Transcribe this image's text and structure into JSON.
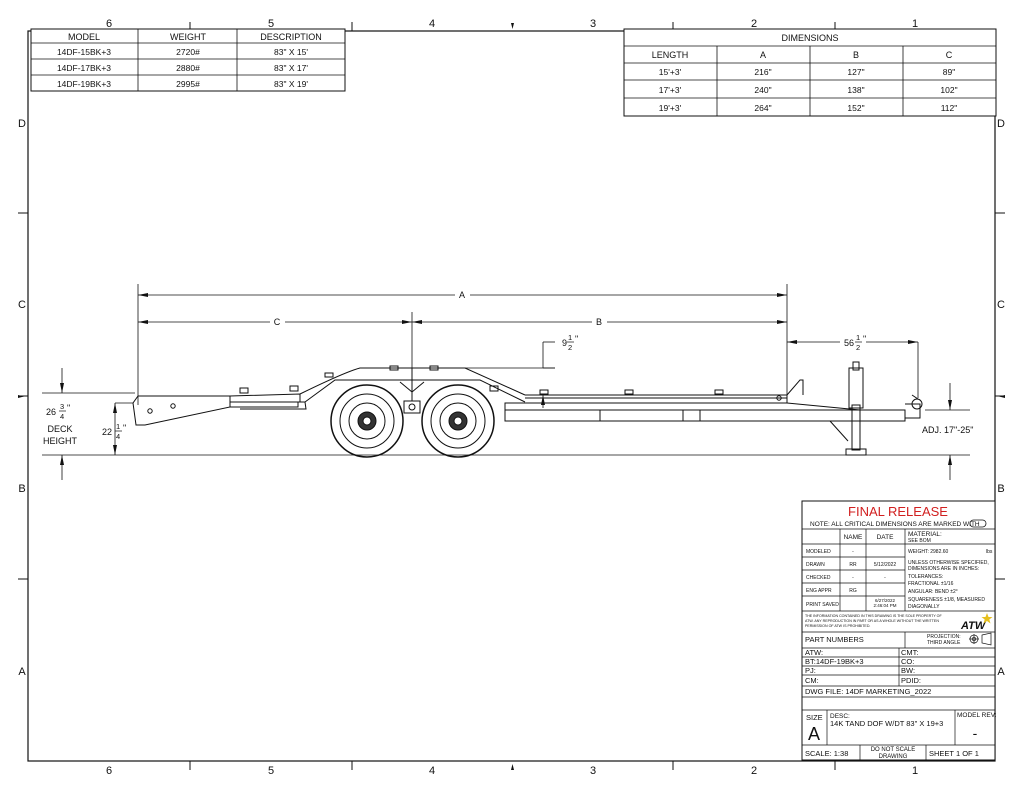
{
  "zones": {
    "columns": [
      "6",
      "5",
      "4",
      "3",
      "2",
      "1"
    ],
    "rows": [
      "D",
      "C",
      "B",
      "A"
    ]
  },
  "model_table": {
    "headers": [
      "MODEL",
      "WEIGHT",
      "DESCRIPTION"
    ],
    "rows": [
      [
        "14DF-15BK+3",
        "2720#",
        "83\" X 15'"
      ],
      [
        "14DF-17BK+3",
        "2880#",
        "83\" X 17'"
      ],
      [
        "14DF-19BK+3",
        "2995#",
        "83\" X 19'"
      ]
    ]
  },
  "dimensions_table": {
    "title": "DIMENSIONS",
    "headers": [
      "LENGTH",
      "A",
      "B",
      "C"
    ],
    "rows": [
      [
        "15'+3'",
        "216\"",
        "127\"",
        "89\""
      ],
      [
        "17'+3'",
        "240\"",
        "138\"",
        "102\""
      ],
      [
        "19'+3'",
        "264\"",
        "152\"",
        "112\""
      ]
    ]
  },
  "drawing_dims": {
    "a": "A",
    "b": "B",
    "c": "C",
    "d9_whole": "9",
    "d9_num": "1",
    "d9_den": "2",
    "d56_whole": "56",
    "d56_num": "1",
    "d56_den": "2",
    "d26_whole": "26",
    "d26_num": "3",
    "d26_den": "4",
    "d22_whole": "22",
    "d22_num": "1",
    "d22_den": "4",
    "inch": "\"",
    "deck_line1": "DECK",
    "deck_line2": "HEIGHT",
    "adj": "ADJ. 17\"-25\""
  },
  "title_block": {
    "final_release": "FINAL RELEASE",
    "note": "NOTE: ALL CRITICAL DIMENSIONS ARE MARKED WITH",
    "name_hdr": "NAME",
    "date_hdr": "DATE",
    "material_hdr": "MATERIAL:",
    "material_val": "SEE BOM",
    "weight": "WEIGHT: 2982.60",
    "weight_unit": "lbs",
    "rows": [
      {
        "label": "MODELED",
        "name": "-",
        "date": ""
      },
      {
        "label": "DRAWN",
        "name": "RR",
        "date": "5/12/2022"
      },
      {
        "label": "CHECKED",
        "name": "-",
        "date": "-"
      },
      {
        "label": "ENG APPR",
        "name": "RG",
        "date": ""
      },
      {
        "label": "PRINT SAVED",
        "name": "",
        "date": ""
      }
    ],
    "print_date": "6/27/2022",
    "print_time": "2:46:04 PM",
    "spec_lines": [
      "UNLESS OTHERWISE SPECIFIED,",
      "DIMENSIONS ARE IN INCHES:",
      "TOLERANCES:",
      "FRACTIONAL ±1/16",
      "ANGULAR: BEND ±2°",
      "SQUARENESS ±1/8, MEASURED",
      "DIAGONALLY"
    ],
    "proprietary": [
      "THE INFORMATION CONTAINED IN THIS DRAWING IS THE SOLE PROPERTY OF",
      "ATW.  ANY REPRODUCTION IN PART OR AS A WHOLE WITHOUT THE WRITTEN",
      "PERMISSION OF ATW IS PROHIBITED."
    ],
    "logo": "ATW",
    "part_numbers": "PART NUMBERS",
    "projection_line1": "PROJECTION:",
    "projection_line2": "THIRD ANGLE",
    "pn_left": [
      "ATW:",
      "BT:14DF-19BK+3",
      "PJ:",
      "CM:"
    ],
    "pn_right": [
      "CMT:",
      "CO:",
      "BW:",
      "PDID:"
    ],
    "dwg_file": "DWG FILE: 14DF MARKETING_2022",
    "size_label": "SIZE",
    "size_value": "A",
    "desc_label": "DESC:",
    "desc_value": "14K TAND DOF W/DT 83\" X 19+3",
    "model_rev_label": "MODEL REV:",
    "model_rev_value": "-",
    "scale": "SCALE: 1:38",
    "do_not_scale_1": "DO NOT SCALE",
    "do_not_scale_2": "DRAWING",
    "sheet": "SHEET 1 OF 1"
  }
}
